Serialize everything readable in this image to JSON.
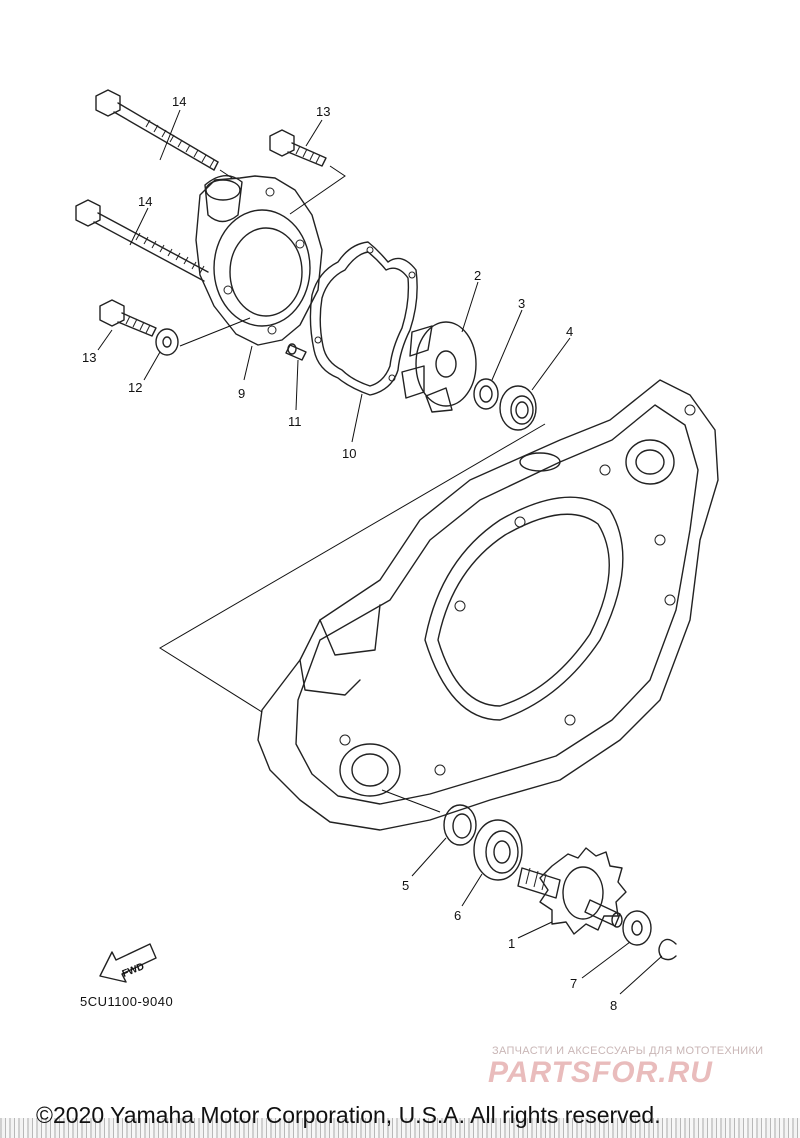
{
  "callouts": {
    "c14a": "14",
    "c13a": "13",
    "c14b": "14",
    "c13b": "13",
    "c12": "12",
    "c9": "9",
    "c11": "11",
    "c10": "10",
    "c2": "2",
    "c3": "3",
    "c4": "4",
    "c5": "5",
    "c6": "6",
    "c1": "1",
    "c7": "7",
    "c8": "8"
  },
  "fwd_label": "FWD",
  "diagram_code": "5CU1100-9040",
  "watermark": {
    "tagline": "ЗАПЧАСТИ И АКСЕССУАРЫ ДЛЯ МОТОТЕХНИКИ",
    "logo": "PARTSFOR.RU"
  },
  "copyright": "©2020 Yamaha Motor Corporation, U.S.A. All rights reserved."
}
